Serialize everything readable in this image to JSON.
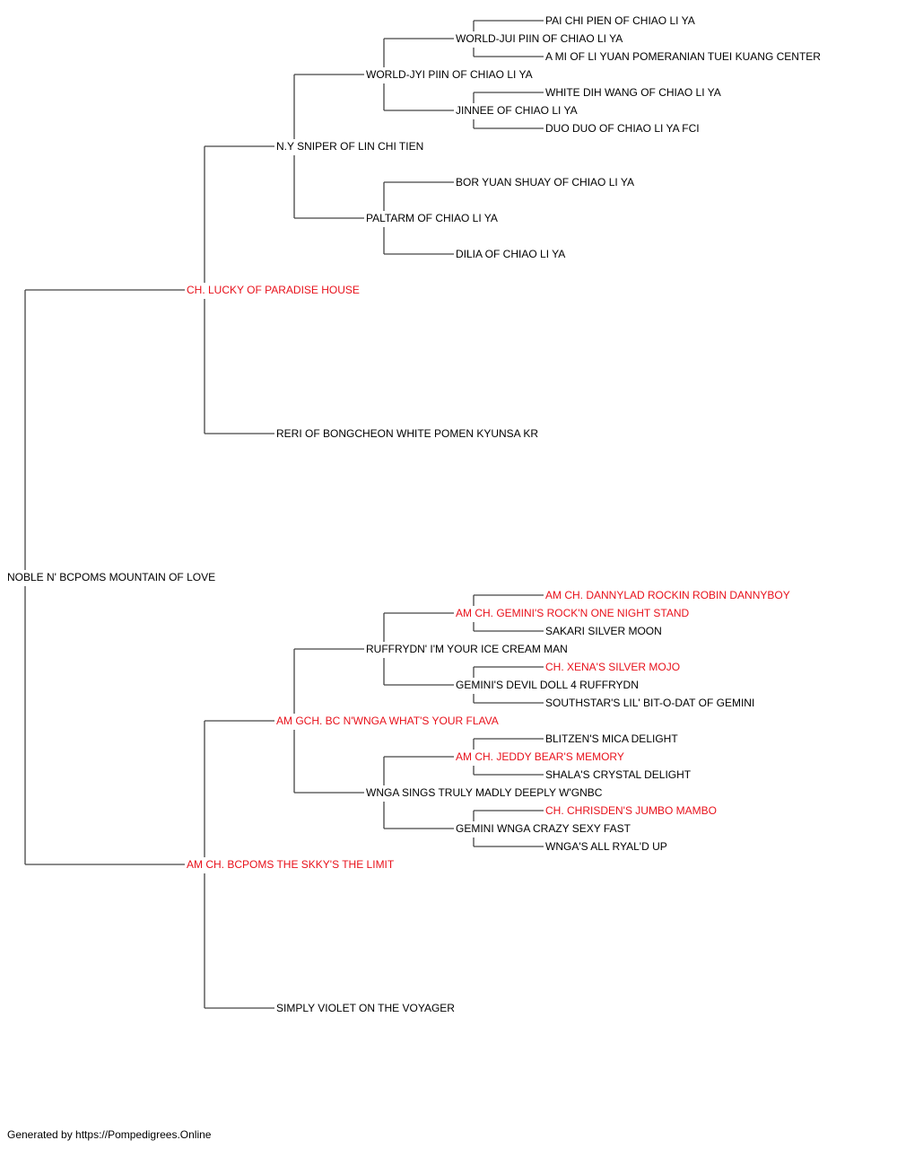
{
  "colors": {
    "champion": "#e8111b",
    "regular": "#000000",
    "line": "#444444"
  },
  "pedigree": {
    "subject": {
      "name": "NOBLE N' BCPOMS MOUNTAIN OF LOVE",
      "champion": false
    },
    "sire": {
      "name": "CH. LUCKY OF PARADISE HOUSE",
      "champion": true,
      "sire": {
        "name": "N.Y SNIPER OF LIN CHI TIEN",
        "champion": false,
        "sire": {
          "name": "WORLD-JYI PIIN OF CHIAO LI YA",
          "champion": false,
          "sire": {
            "name": "WORLD-JUI PIIN OF CHIAO LI YA",
            "champion": false,
            "sire": {
              "name": "PAI CHI PIEN OF CHIAO LI YA",
              "champion": false
            },
            "dam": {
              "name": "A MI OF LI YUAN POMERANIAN TUEI KUANG CENTER",
              "champion": false
            }
          },
          "dam": {
            "name": "JINNEE OF CHIAO LI YA",
            "champion": false,
            "sire": {
              "name": "WHITE DIH WANG OF CHIAO LI YA",
              "champion": false
            },
            "dam": {
              "name": "DUO DUO OF CHIAO LI YA FCI",
              "champion": false
            }
          }
        },
        "dam": {
          "name": "PALTARM OF CHIAO LI YA",
          "champion": false,
          "sire": {
            "name": "BOR YUAN SHUAY OF CHIAO LI YA",
            "champion": false
          },
          "dam": {
            "name": "DILIA OF CHIAO LI YA",
            "champion": false
          }
        }
      },
      "dam": {
        "name": "RERI OF BONGCHEON WHITE POMEN KYUNSA KR",
        "champion": false
      }
    },
    "dam": {
      "name": "AM CH. BCPOMS THE SKKY'S THE LIMIT",
      "champion": true,
      "sire": {
        "name": "AM GCH. BC N'WNGA WHAT'S YOUR FLAVA",
        "champion": true,
        "sire": {
          "name": "RUFFRYDN' I'M YOUR ICE CREAM MAN",
          "champion": false,
          "sire": {
            "name": "AM CH. GEMINI'S ROCK'N ONE NIGHT STAND",
            "champion": true,
            "sire": {
              "name": "AM CH. DANNYLAD ROCKIN ROBIN DANNYBOY",
              "champion": true
            },
            "dam": {
              "name": "SAKARI SILVER MOON",
              "champion": false
            }
          },
          "dam": {
            "name": "GEMINI'S DEVIL DOLL 4 RUFFRYDN",
            "champion": false,
            "sire": {
              "name": "CH. XENA'S SILVER MOJO",
              "champion": true
            },
            "dam": {
              "name": "SOUTHSTAR'S LIL' BIT-O-DAT OF GEMINI",
              "champion": false
            }
          }
        },
        "dam": {
          "name": "WNGA SINGS TRULY MADLY DEEPLY W'GNBC",
          "champion": false,
          "sire": {
            "name": "AM CH. JEDDY BEAR'S MEMORY",
            "champion": true,
            "sire": {
              "name": "BLITZEN'S MICA DELIGHT",
              "champion": false
            },
            "dam": {
              "name": "SHALA'S CRYSTAL DELIGHT",
              "champion": false
            }
          },
          "dam": {
            "name": "GEMINI WNGA CRAZY SEXY FAST",
            "champion": false,
            "sire": {
              "name": "CH. CHRISDEN'S JUMBO MAMBO",
              "champion": true
            },
            "dam": {
              "name": "WNGA'S ALL RYAL'D UP",
              "champion": false
            }
          }
        }
      },
      "dam": {
        "name": "SIMPLY VIOLET ON THE VOYAGER",
        "champion": false
      }
    }
  },
  "footer": {
    "text": "Generated by https://Pompedigrees.Online"
  }
}
